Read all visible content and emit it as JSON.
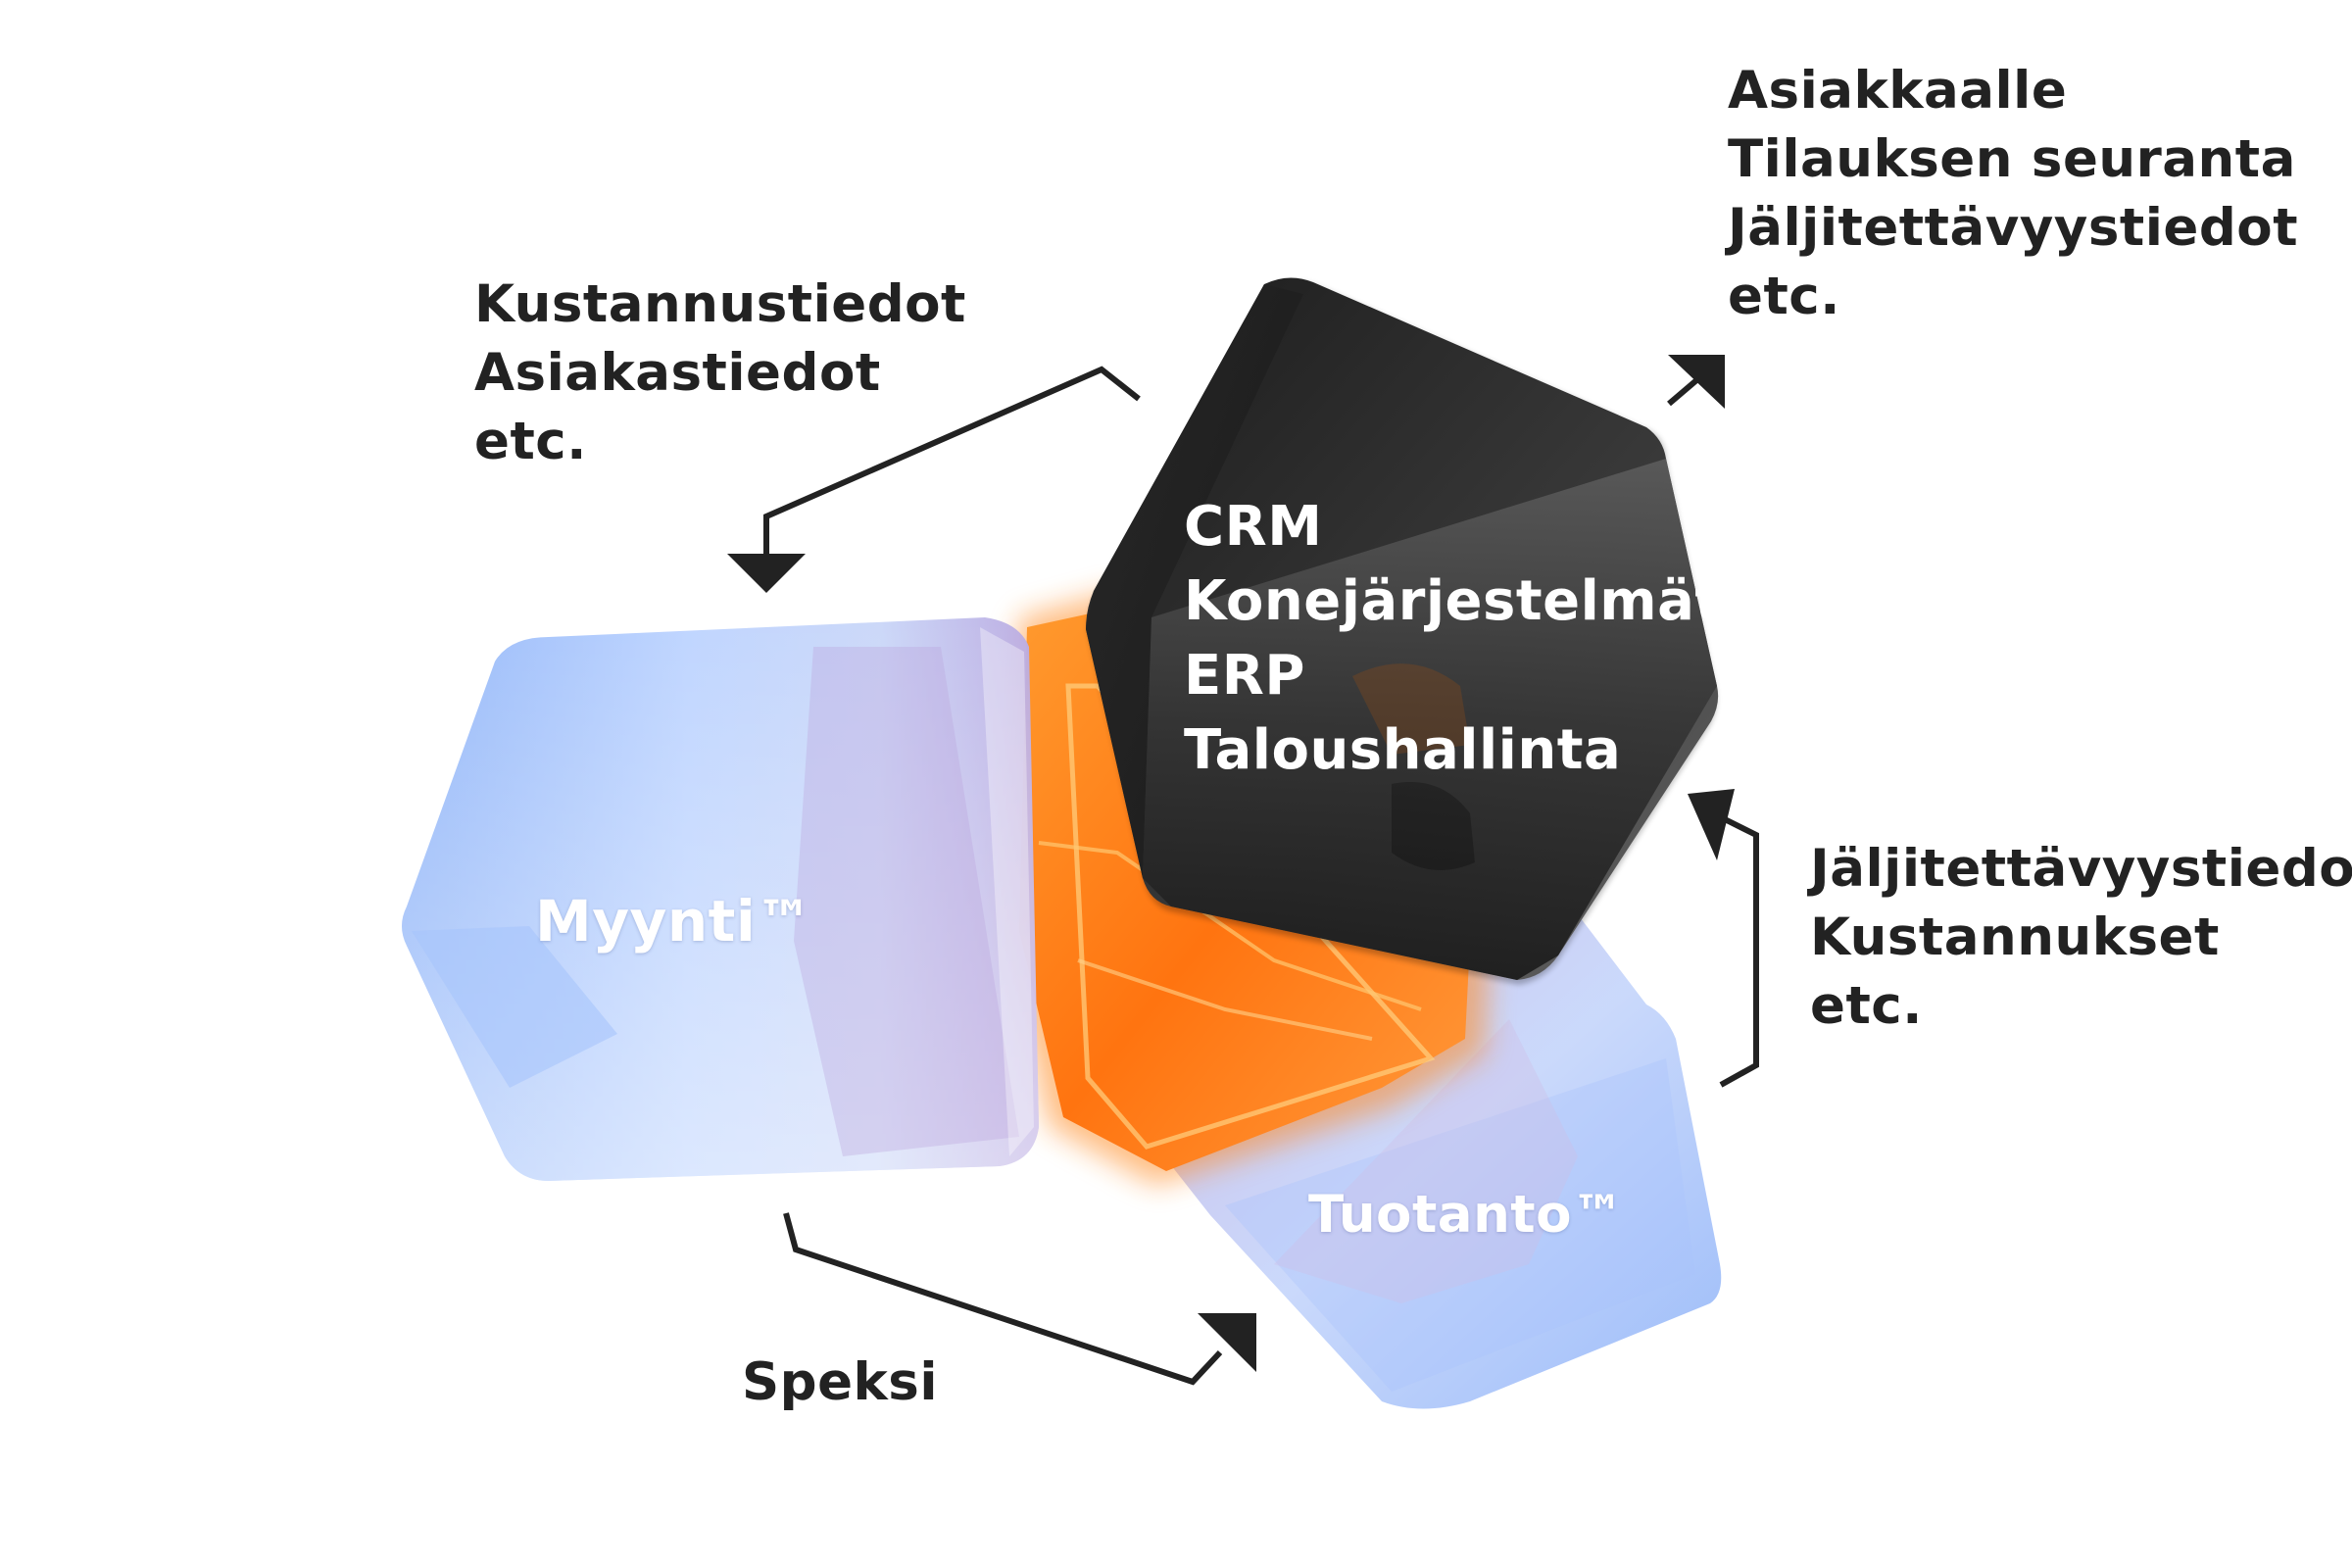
{
  "colors": {
    "text": "#222222",
    "arrow": "#222222",
    "blue_light": "#c9dcff",
    "blue_mid": "#9cbdf8",
    "orange": "#ff7a10",
    "orange_glow": "#ffb04a",
    "cube_dark": "#1e1e1e"
  },
  "blocks": {
    "myynti": {
      "label": "Myynti™"
    },
    "tuotanto": {
      "label": "Tuotanto™"
    },
    "core": {
      "lines": [
        "CRM",
        "Konejärjestelmät",
        "ERP",
        "Taloushallinta"
      ]
    }
  },
  "labels": {
    "top_left": {
      "lines": [
        "Kustannustiedot",
        "Asiakastiedot",
        "etc."
      ]
    },
    "top_right": {
      "lines": [
        "Asiakkaalle",
        "Tilauksen seuranta",
        "Jäljitettävyystiedot",
        "etc."
      ]
    },
    "right": {
      "lines": [
        "Jäljitettävyystiedot",
        "Kustannukset",
        "etc."
      ]
    },
    "bottom": {
      "text": "Speksi"
    }
  },
  "arrows": [
    {
      "name": "core-to-myynti",
      "icon": "arrow-down-icon"
    },
    {
      "name": "core-to-customer",
      "icon": "arrow-up-right-icon"
    },
    {
      "name": "tuotanto-to-core",
      "icon": "arrow-up-icon"
    },
    {
      "name": "myynti-to-tuotanto",
      "icon": "arrow-up-right-icon"
    }
  ]
}
